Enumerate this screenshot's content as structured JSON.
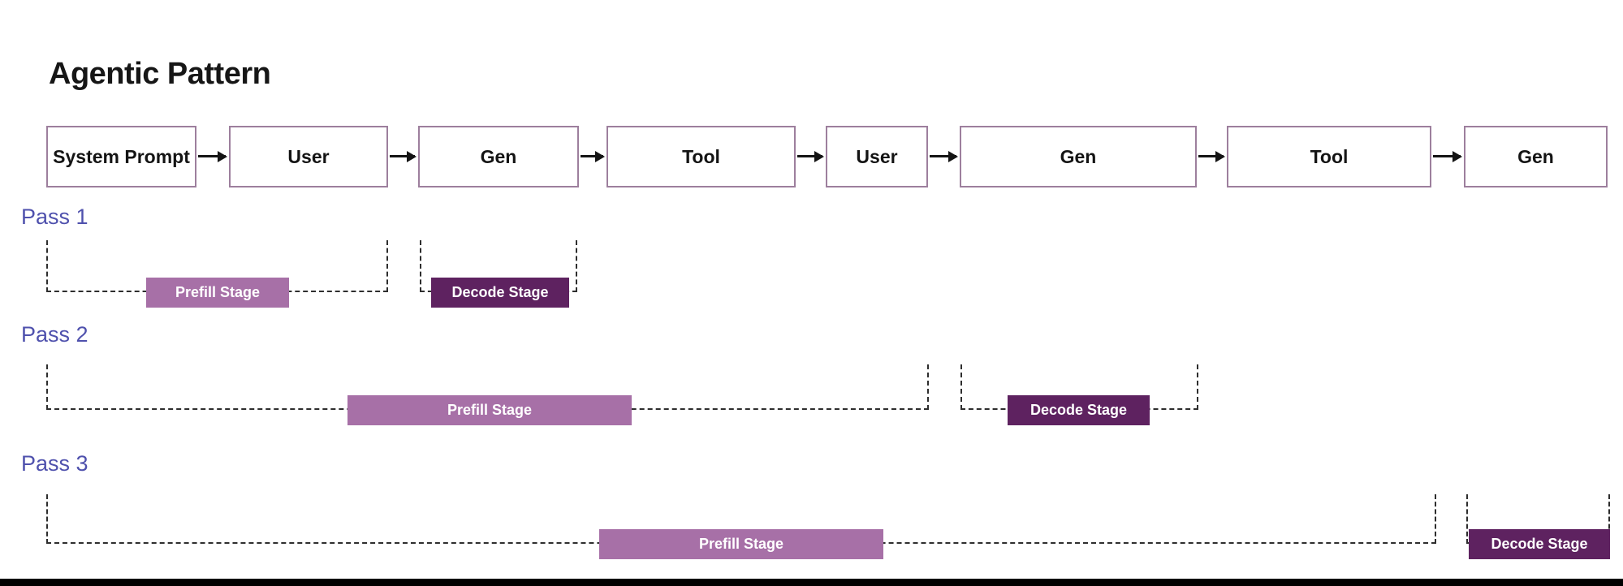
{
  "title": "Agentic Pattern",
  "flow": {
    "boxes": [
      {
        "label": "System Prompt"
      },
      {
        "label": "User"
      },
      {
        "label": "Gen"
      },
      {
        "label": "Tool"
      },
      {
        "label": "User"
      },
      {
        "label": "Gen"
      },
      {
        "label": "Tool"
      },
      {
        "label": "Gen"
      }
    ]
  },
  "passes": [
    {
      "label": "Pass 1",
      "prefill_label": "Prefill Stage",
      "decode_label": "Decode Stage"
    },
    {
      "label": "Pass 2",
      "prefill_label": "Prefill Stage",
      "decode_label": "Decode Stage"
    },
    {
      "label": "Pass 3",
      "prefill_label": "Prefill Stage",
      "decode_label": "Decode Stage"
    }
  ],
  "colors": {
    "prefill": "#a770a7",
    "decode": "#5e2260",
    "box_border": "#9d7f9d",
    "pass_label": "#4f51ad",
    "dash": "#2e2e2e",
    "bottom_bar": "#000000"
  }
}
